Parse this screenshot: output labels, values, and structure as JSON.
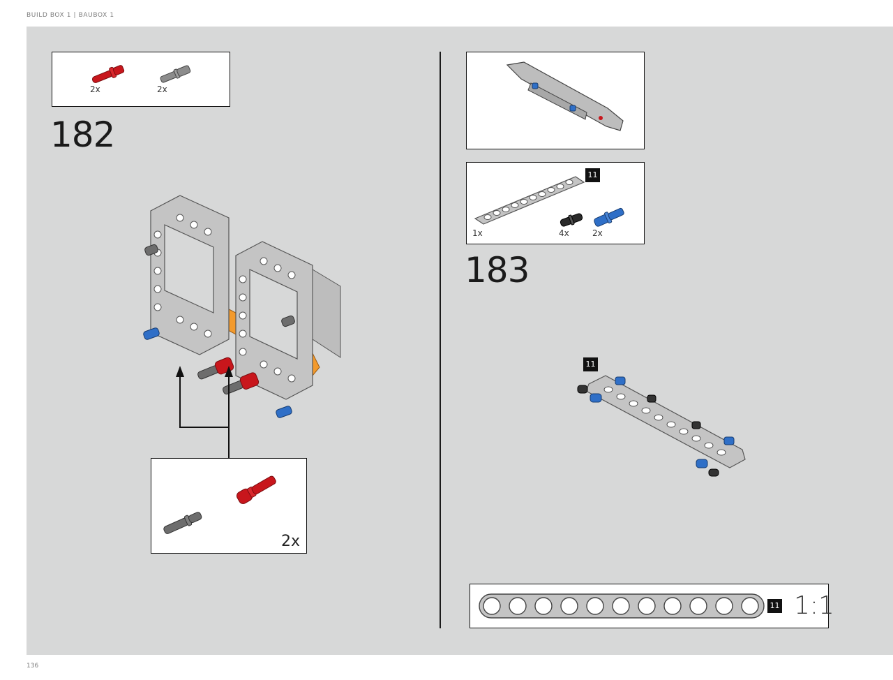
{
  "header": {
    "text": "BUILD BOX 1  |  BAUBOX 1"
  },
  "page": {
    "number": "136"
  },
  "step182": {
    "number": "182",
    "parts": [
      {
        "icon": "red-axle-pin-icon",
        "qty": "2x",
        "color": "#c8161c"
      },
      {
        "icon": "gray-axle-pin-icon",
        "qty": "2x",
        "color": "#8a8a8a"
      }
    ],
    "subassembly": {
      "qty": "2x"
    }
  },
  "step183": {
    "number": "183",
    "parts": [
      {
        "icon": "gray-beam-11-icon",
        "qty": "1x",
        "badge": "11",
        "color": "#b9b9b9"
      },
      {
        "icon": "black-pin-icon",
        "qty": "4x",
        "color": "#2a2a2a"
      },
      {
        "icon": "blue-pin-icon",
        "qty": "2x",
        "color": "#2f6fc7"
      }
    ],
    "model_badge": "11"
  },
  "ruler": {
    "badge": "11",
    "scale": "1:1",
    "holes": 11
  },
  "colors": {
    "background": "#d7d8d8",
    "frame_gray": "#b5b5b5",
    "orange": "#f39a2c",
    "red": "#c8161c",
    "blue": "#2f6fc7"
  }
}
